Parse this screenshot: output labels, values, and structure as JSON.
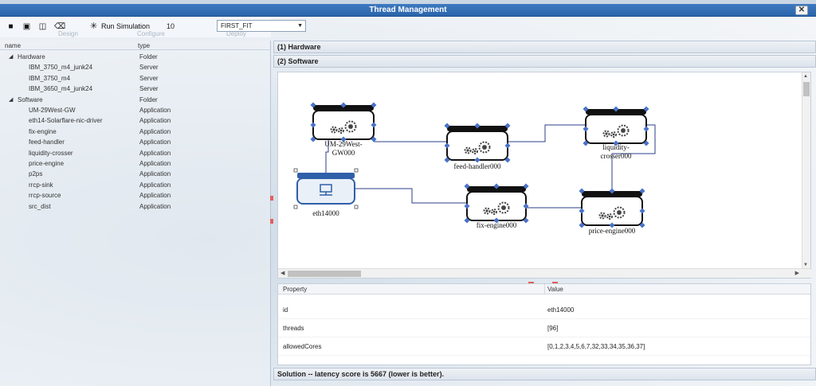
{
  "window": {
    "title": "Thread Management",
    "close_label": "✕"
  },
  "toolbar": {
    "run_label": "Run Simulation",
    "run_count": "10",
    "ghost_tabs": [
      "Design",
      "Configure",
      "Deploy"
    ],
    "strategy_select": "FIRST_FIT"
  },
  "tree": {
    "columns": [
      "name",
      "type"
    ],
    "rows": [
      {
        "name": "Hardware",
        "type": "Folder",
        "level": 0,
        "expanded": true
      },
      {
        "name": "IBM_3750_m4_junk24",
        "type": "Server",
        "level": 1
      },
      {
        "name": "IBM_3750_m4",
        "type": "Server",
        "level": 1
      },
      {
        "name": "IBM_3650_m4_junk24",
        "type": "Server",
        "level": 1
      },
      {
        "name": "Software",
        "type": "Folder",
        "level": 0,
        "expanded": true
      },
      {
        "name": "UM-29West-GW",
        "type": "Application",
        "level": 1
      },
      {
        "name": "eth14-Solarflare-nic-driver",
        "type": "Application",
        "level": 1
      },
      {
        "name": "fix-engine",
        "type": "Application",
        "level": 1
      },
      {
        "name": "feed-handler",
        "type": "Application",
        "level": 1
      },
      {
        "name": "liquidity-crosser",
        "type": "Application",
        "level": 1
      },
      {
        "name": "price-engine",
        "type": "Application",
        "level": 1
      },
      {
        "name": "p2ps",
        "type": "Application",
        "level": 1
      },
      {
        "name": "rrcp-sink",
        "type": "Application",
        "level": 1
      },
      {
        "name": "rrcp-source",
        "type": "Application",
        "level": 1
      },
      {
        "name": "src_dist",
        "type": "Application",
        "level": 1
      }
    ]
  },
  "sections": {
    "hardware": "(1) Hardware",
    "software": "(2) Software"
  },
  "graph": {
    "nodes": [
      {
        "id": "um",
        "label_lines": [
          "UM-29West-",
          "GW000"
        ],
        "icon": "gears-icon"
      },
      {
        "id": "feed",
        "label_lines": [
          "feed-handler000"
        ],
        "icon": "gears-icon"
      },
      {
        "id": "liq",
        "label_lines": [
          "liquidity-",
          "crosser000"
        ],
        "icon": "gears-icon"
      },
      {
        "id": "eth",
        "label_lines": [
          "eth14000"
        ],
        "icon": "network-icon",
        "selected": true
      },
      {
        "id": "fix",
        "label_lines": [
          "fix-engine000"
        ],
        "icon": "gears-icon"
      },
      {
        "id": "price",
        "label_lines": [
          "price-engine000"
        ],
        "icon": "gears-icon"
      }
    ]
  },
  "properties": {
    "columns": [
      "Property",
      "Value"
    ],
    "rows": [
      {
        "key": "id",
        "value": "eth14000"
      },
      {
        "key": "threads",
        "value": "[96]"
      },
      {
        "key": "allowedCores",
        "value": "[0,1,2,3,4,5,6,7,32,33,34,35,36,37]"
      }
    ]
  },
  "solution_text": "Solution -- latency score is 5667 (lower is better).",
  "colors": {
    "title_bar": "#2f6db5",
    "edge": "#2b3f8a",
    "handle": "#4a72c8",
    "selected_node": "#2f5fa8"
  }
}
